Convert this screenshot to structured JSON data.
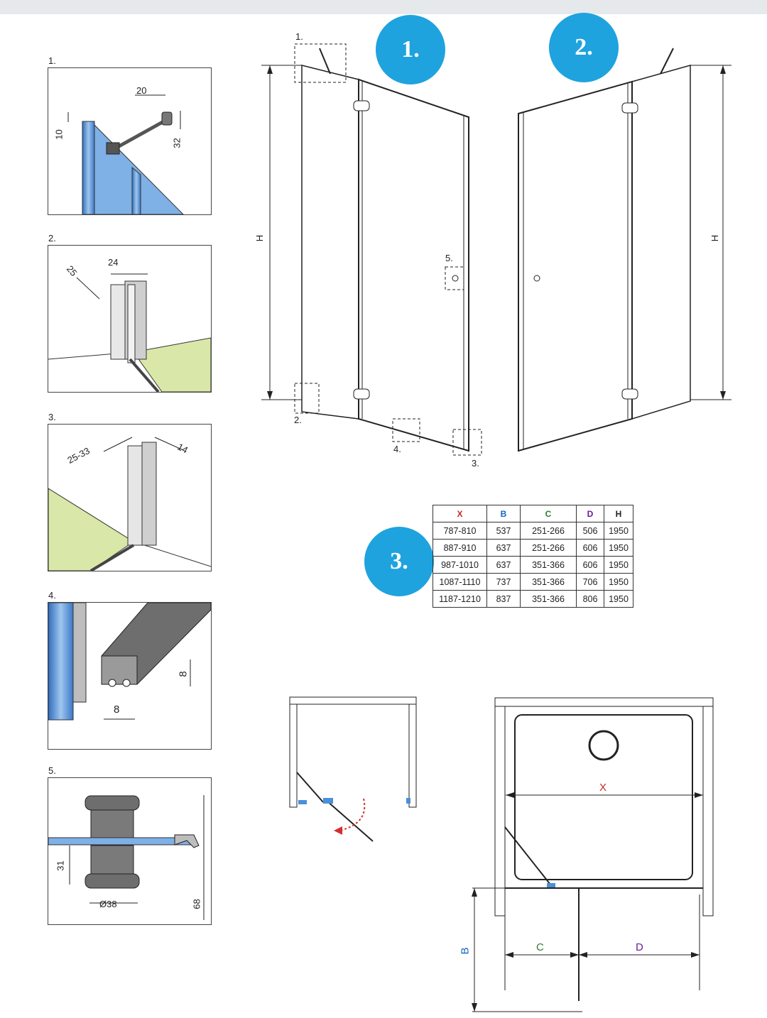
{
  "detail_labels": [
    "1.",
    "2.",
    "3.",
    "4.",
    "5."
  ],
  "detail1": {
    "dim_a": "20",
    "dim_b": "10",
    "dim_c": "32"
  },
  "detail2": {
    "dim_a": "24",
    "dim_b": "25"
  },
  "detail3": {
    "dim_a": "25-33",
    "dim_b": "14"
  },
  "detail4": {
    "dim_a": "8",
    "dim_b": "8"
  },
  "detail5": {
    "dim_a": "31",
    "dim_b": "Ø38",
    "dim_c": "68"
  },
  "bubbles": [
    "1.",
    "2.",
    "3."
  ],
  "drawing": {
    "height_label": "H",
    "callouts": [
      "1.",
      "2.",
      "3.",
      "4.",
      "5."
    ]
  },
  "table": {
    "headers": [
      {
        "text": "X",
        "color": "#c62828"
      },
      {
        "text": "B",
        "color": "#1565c0"
      },
      {
        "text": "C",
        "color": "#2e7d32"
      },
      {
        "text": "D",
        "color": "#6a1b9a"
      },
      {
        "text": "H",
        "color": "#222222"
      }
    ],
    "rows": [
      [
        "787-810",
        "537",
        "251-266",
        "506",
        "1950"
      ],
      [
        "887-910",
        "637",
        "251-266",
        "606",
        "1950"
      ],
      [
        "987-1010",
        "637",
        "351-366",
        "606",
        "1950"
      ],
      [
        "1087-1110",
        "737",
        "351-366",
        "706",
        "1950"
      ],
      [
        "1187-1210",
        "837",
        "351-366",
        "806",
        "1950"
      ]
    ]
  },
  "plan": {
    "x_label": "X",
    "b_label": "B",
    "c_label": "C",
    "d_label": "D"
  },
  "colors": {
    "bubble": "#1ea3de",
    "glass": "#4a90d9",
    "floor": "#d9e8a8",
    "x": "#c62828",
    "b": "#1565c0",
    "c": "#2e7d32",
    "d": "#6a1b9a"
  }
}
